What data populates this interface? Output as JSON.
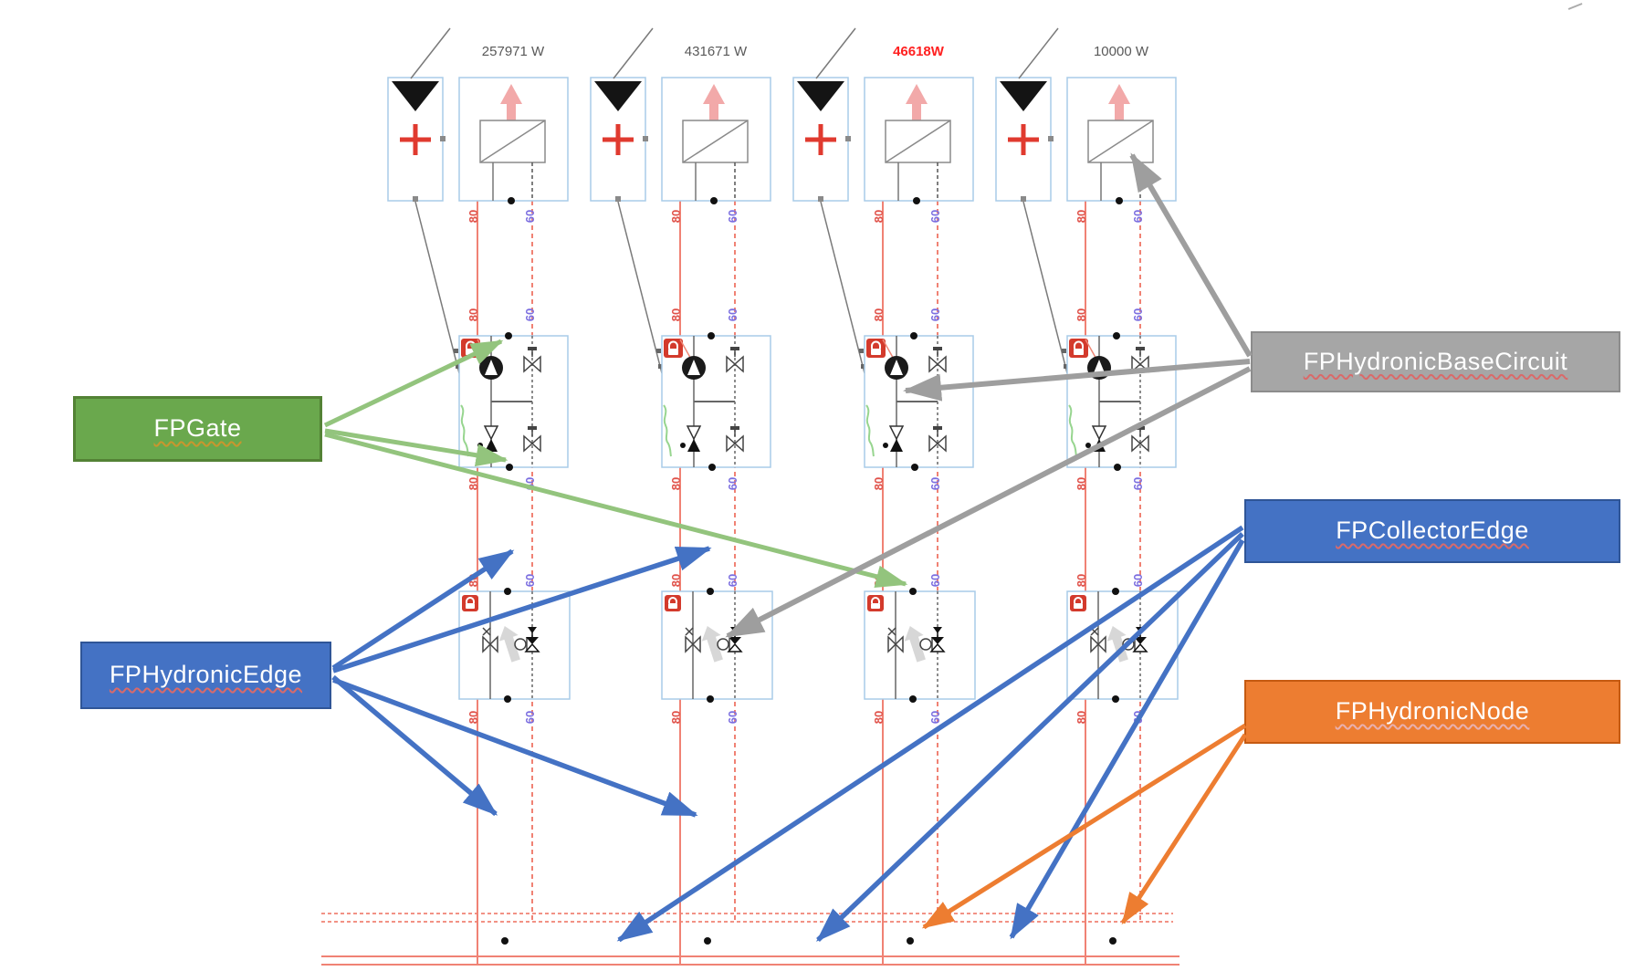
{
  "columns": [
    {
      "power_label": "257971 W",
      "power_color": "#595959"
    },
    {
      "power_label": "431671 W",
      "power_color": "#595959"
    },
    {
      "power_label": "46618W",
      "power_color": "#FF2020"
    },
    {
      "power_label": "10000 W",
      "power_color": "#595959"
    }
  ],
  "temps": {
    "supply": "80",
    "return": "60"
  },
  "callouts": {
    "gate": {
      "label": "FPGate",
      "fill": "#6AA84D",
      "border": "#538235"
    },
    "hydronic_edge": {
      "label": "FPHydronicEdge",
      "fill": "#4472C4",
      "border": "#2F5597"
    },
    "base_circuit": {
      "label": "FPHydronicBaseCircuit",
      "fill": "#A6A6A6",
      "border": "#8C8C8C"
    },
    "collector_edge": {
      "label": "FPCollectorEdge",
      "fill": "#4472C4",
      "border": "#2F5597"
    },
    "hydronic_node": {
      "label": "FPHydronicNode",
      "fill": "#ED7D31",
      "border": "#C55A11"
    }
  },
  "colors": {
    "pipe": "#F08274",
    "supply_text": "#E0524A",
    "return_text": "#7C6FE0",
    "arrow_green": "#93C47D",
    "arrow_blue": "#4472C4",
    "arrow_gray": "#9E9E9E",
    "arrow_orange": "#ED7D31",
    "box_border": "#A9CCE8"
  }
}
